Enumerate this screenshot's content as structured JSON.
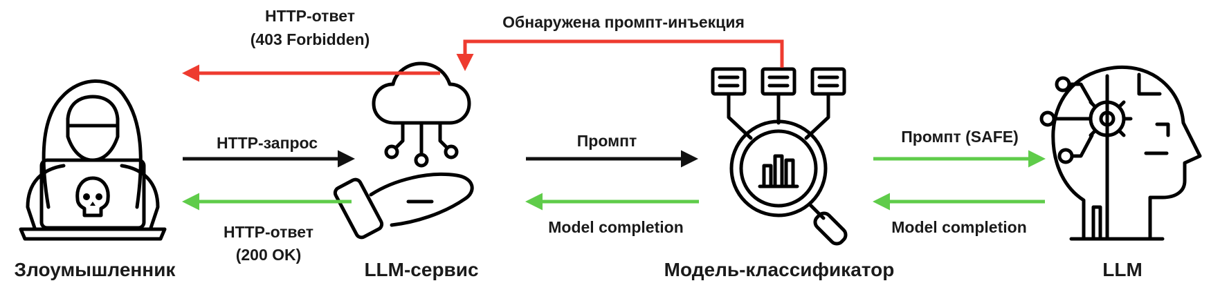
{
  "nodes": {
    "attacker": "Злоумышленник",
    "service": "LLM-сервис",
    "classifier": "Модель-классификатор",
    "llm": "LLM"
  },
  "edges": {
    "injection_detected": "Обнаружена промпт-инъекция",
    "response_403_line1": "HTTP-ответ",
    "response_403_line2": "(403 Forbidden)",
    "http_request": "HTTP-запрос",
    "response_200_line1": "HTTP-ответ",
    "response_200_line2": "(200 OK)",
    "prompt": "Промпт",
    "completion_service": "Model completion",
    "prompt_safe": "Промпт (SAFE)",
    "completion_classifier": "Model completion"
  },
  "colors": {
    "black": "#111111",
    "red": "#ee3b2f",
    "green": "#5fcc4a"
  },
  "icons": {
    "attacker": "hooded-hacker-laptop-skull-icon",
    "service": "cloud-network-hand-icon",
    "classifier": "magnifier-chart-documents-icon",
    "llm": "robot-head-gear-icon"
  }
}
